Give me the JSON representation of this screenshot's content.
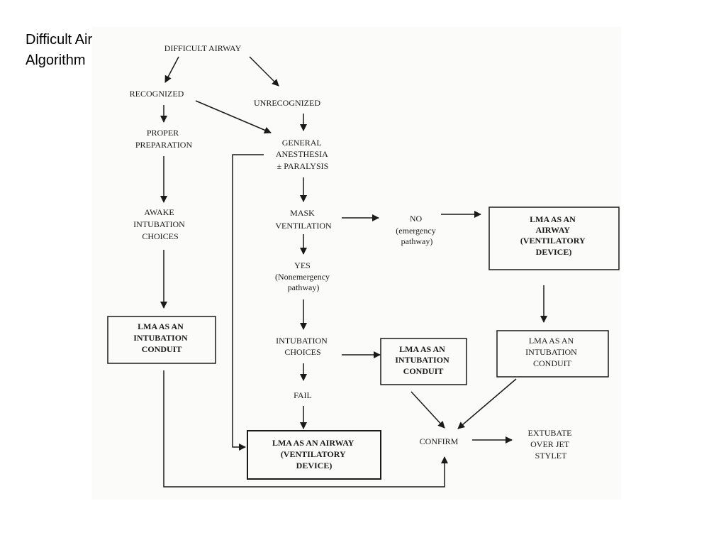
{
  "slide": {
    "title_line1": "Difficult Airway",
    "title_line2": "Algorithm"
  },
  "diagram": {
    "difficult_airway": "DIFFICULT AIRWAY",
    "recognized": "RECOGNIZED",
    "unrecognized": "UNRECOGNIZED",
    "proper_preparation": [
      "PROPER",
      "PREPARATION"
    ],
    "general_anesthesia": [
      "GENERAL",
      "ANESTHESIA",
      "± PARALYSIS"
    ],
    "awake_intubation_choices": [
      "AWAKE",
      "INTUBATION",
      "CHOICES"
    ],
    "mask_ventilation": [
      "MASK",
      "VENTILATION"
    ],
    "no_emergency": [
      "NO",
      "(emergency",
      "pathway)"
    ],
    "lma_airway_right": [
      "LMA AS AN",
      "AIRWAY",
      "(VENTILATORY",
      "DEVICE)"
    ],
    "yes_nonemergency": [
      "YES",
      "(Nonemergency",
      "pathway)"
    ],
    "lma_conduit_left": [
      "LMA AS AN",
      "INTUBATION",
      "CONDUIT"
    ],
    "intubation_choices": [
      "INTUBATION",
      "CHOICES"
    ],
    "lma_conduit_middle": [
      "LMA AS AN",
      "INTUBATION",
      "CONDUIT"
    ],
    "lma_conduit_right": [
      "LMA AS AN",
      "INTUBATION",
      "CONDUIT"
    ],
    "fail": "FAIL",
    "lma_airway_bottom": [
      "LMA AS AN AIRWAY",
      "(VENTILATORY",
      "DEVICE)"
    ],
    "confirm": "CONFIRM",
    "extubate": [
      "EXTUBATE",
      "OVER JET",
      "STYLET"
    ]
  }
}
